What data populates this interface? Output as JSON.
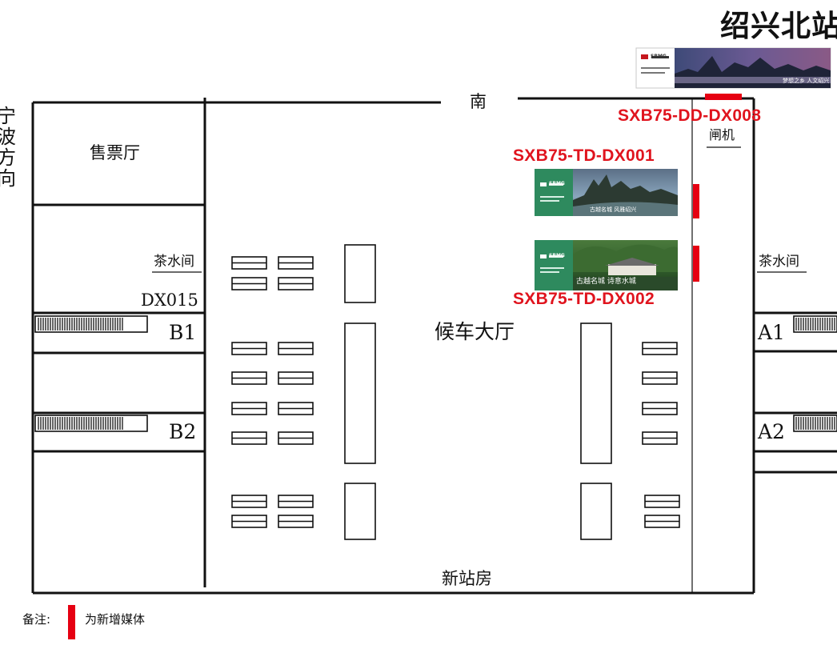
{
  "station_title": "绍兴北站",
  "direction_left": "宁波方向",
  "labels": {
    "south": "南",
    "ticket_hall": "售票厅",
    "tea_room_left": "茶水间",
    "tea_room_right": "茶水间",
    "dx015": "DX015",
    "waiting_hall": "候车大厅",
    "gate": "闸机",
    "new_station_house": "新站房",
    "b1": "B1",
    "b2": "B2",
    "a1": "A1",
    "a2": "A2"
  },
  "media_codes": {
    "dd_dx008": "SXB75-DD-DX008",
    "td_dx001": "SXB75-TD-DX001",
    "td_dx002": "SXB75-TD-DX002"
  },
  "billboards": {
    "top": {
      "brand": "SRMG",
      "slogan": "梦想之乡 人文绍兴"
    },
    "dx001": {
      "brand": "SRMG",
      "slogan": "古越名城 风雅绍兴"
    },
    "dx002": {
      "brand": "SRMG",
      "slogan": "古越名城 诗意水城"
    }
  },
  "legend": {
    "prefix": "备注:",
    "text": "为新增媒体"
  },
  "colors": {
    "new_media_marker": "#e60012",
    "code_text": "#e0141e",
    "walls": "#111111",
    "billboard_green": "#2e8a5e"
  }
}
